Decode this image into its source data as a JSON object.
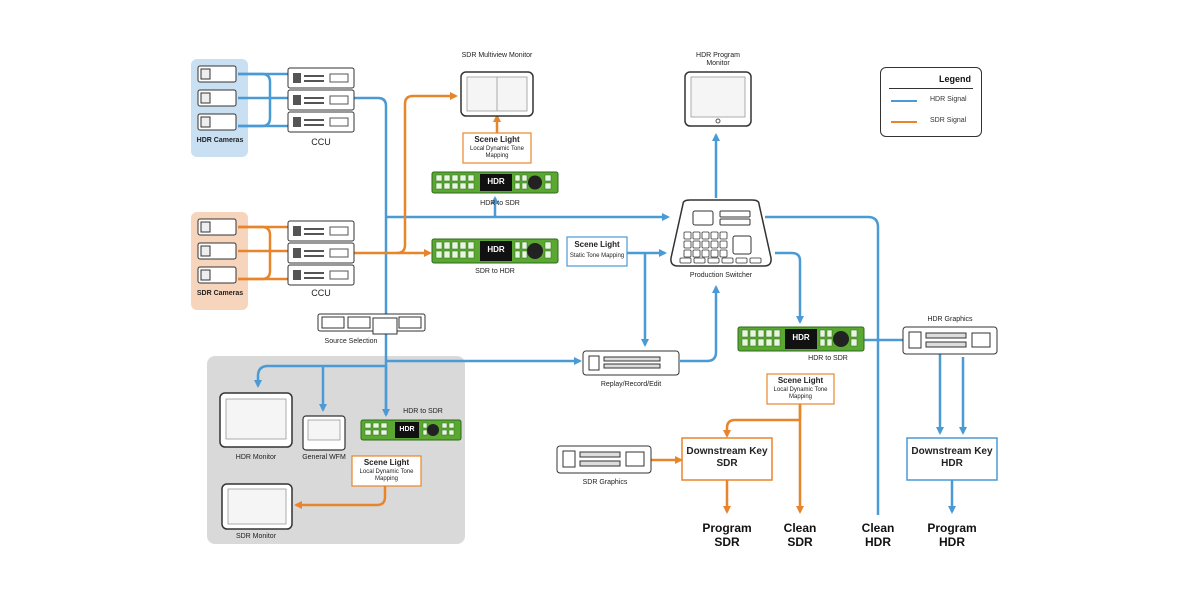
{
  "legend": {
    "title": "Legend",
    "items": [
      {
        "label": "HDR Signal",
        "color": "#4a9ad6"
      },
      {
        "label": "SDR Signal",
        "color": "#e8852b"
      }
    ]
  },
  "colors": {
    "hdr": "#4a9ad6",
    "sdr": "#e8852b",
    "converter_green": "#5aa832",
    "hdr_cam_bg": "#c9dff2",
    "sdr_cam_bg": "#f7d5bd",
    "monitoring_bg": "#d9d9d9"
  },
  "labels": {
    "hdr_cameras": "HDR Cameras",
    "sdr_cameras": "SDR Cameras",
    "ccu_top": "CCU",
    "ccu_bottom": "CCU",
    "sdr_multiview": "SDR Multiview Monitor",
    "hdr_program_monitor": "HDR Program Monitor",
    "hdr_to_sdr_top": "HDR to SDR",
    "sdr_to_hdr": "SDR to HDR",
    "production_switcher": "Production Switcher",
    "source_selection": "Source Selection",
    "replay": "Replay/Record/Edit",
    "hdr_to_sdr_mid": "HDR to SDR",
    "hdr_graphics": "HDR Graphics",
    "sdr_graphics": "SDR Graphics",
    "hdr_monitor": "HDR Monitor",
    "general_wfm": "General WFM",
    "hdr_to_sdr_monitor": "HDR to SDR",
    "sdr_monitor": "SDR Monitor"
  },
  "scene_light": {
    "top": {
      "title": "Scene Light",
      "sub": "Local Dynamic Tone Mapping"
    },
    "static": {
      "title": "Scene Light",
      "sub": "Static Tone Mapping"
    },
    "mid": {
      "title": "Scene Light",
      "sub": "Local Dynamic Tone Mapping"
    },
    "monitor": {
      "title": "Scene Light",
      "sub": "Local Dynamic Tone Mapping"
    }
  },
  "keys": {
    "dsk_sdr": "Downstream Key SDR",
    "dsk_hdr": "Downstream Key HDR"
  },
  "outputs": {
    "program_sdr": "Program SDR",
    "clean_sdr": "Clean SDR",
    "clean_hdr": "Clean HDR",
    "program_hdr": "Program HDR"
  },
  "converter_badge": "HDR"
}
